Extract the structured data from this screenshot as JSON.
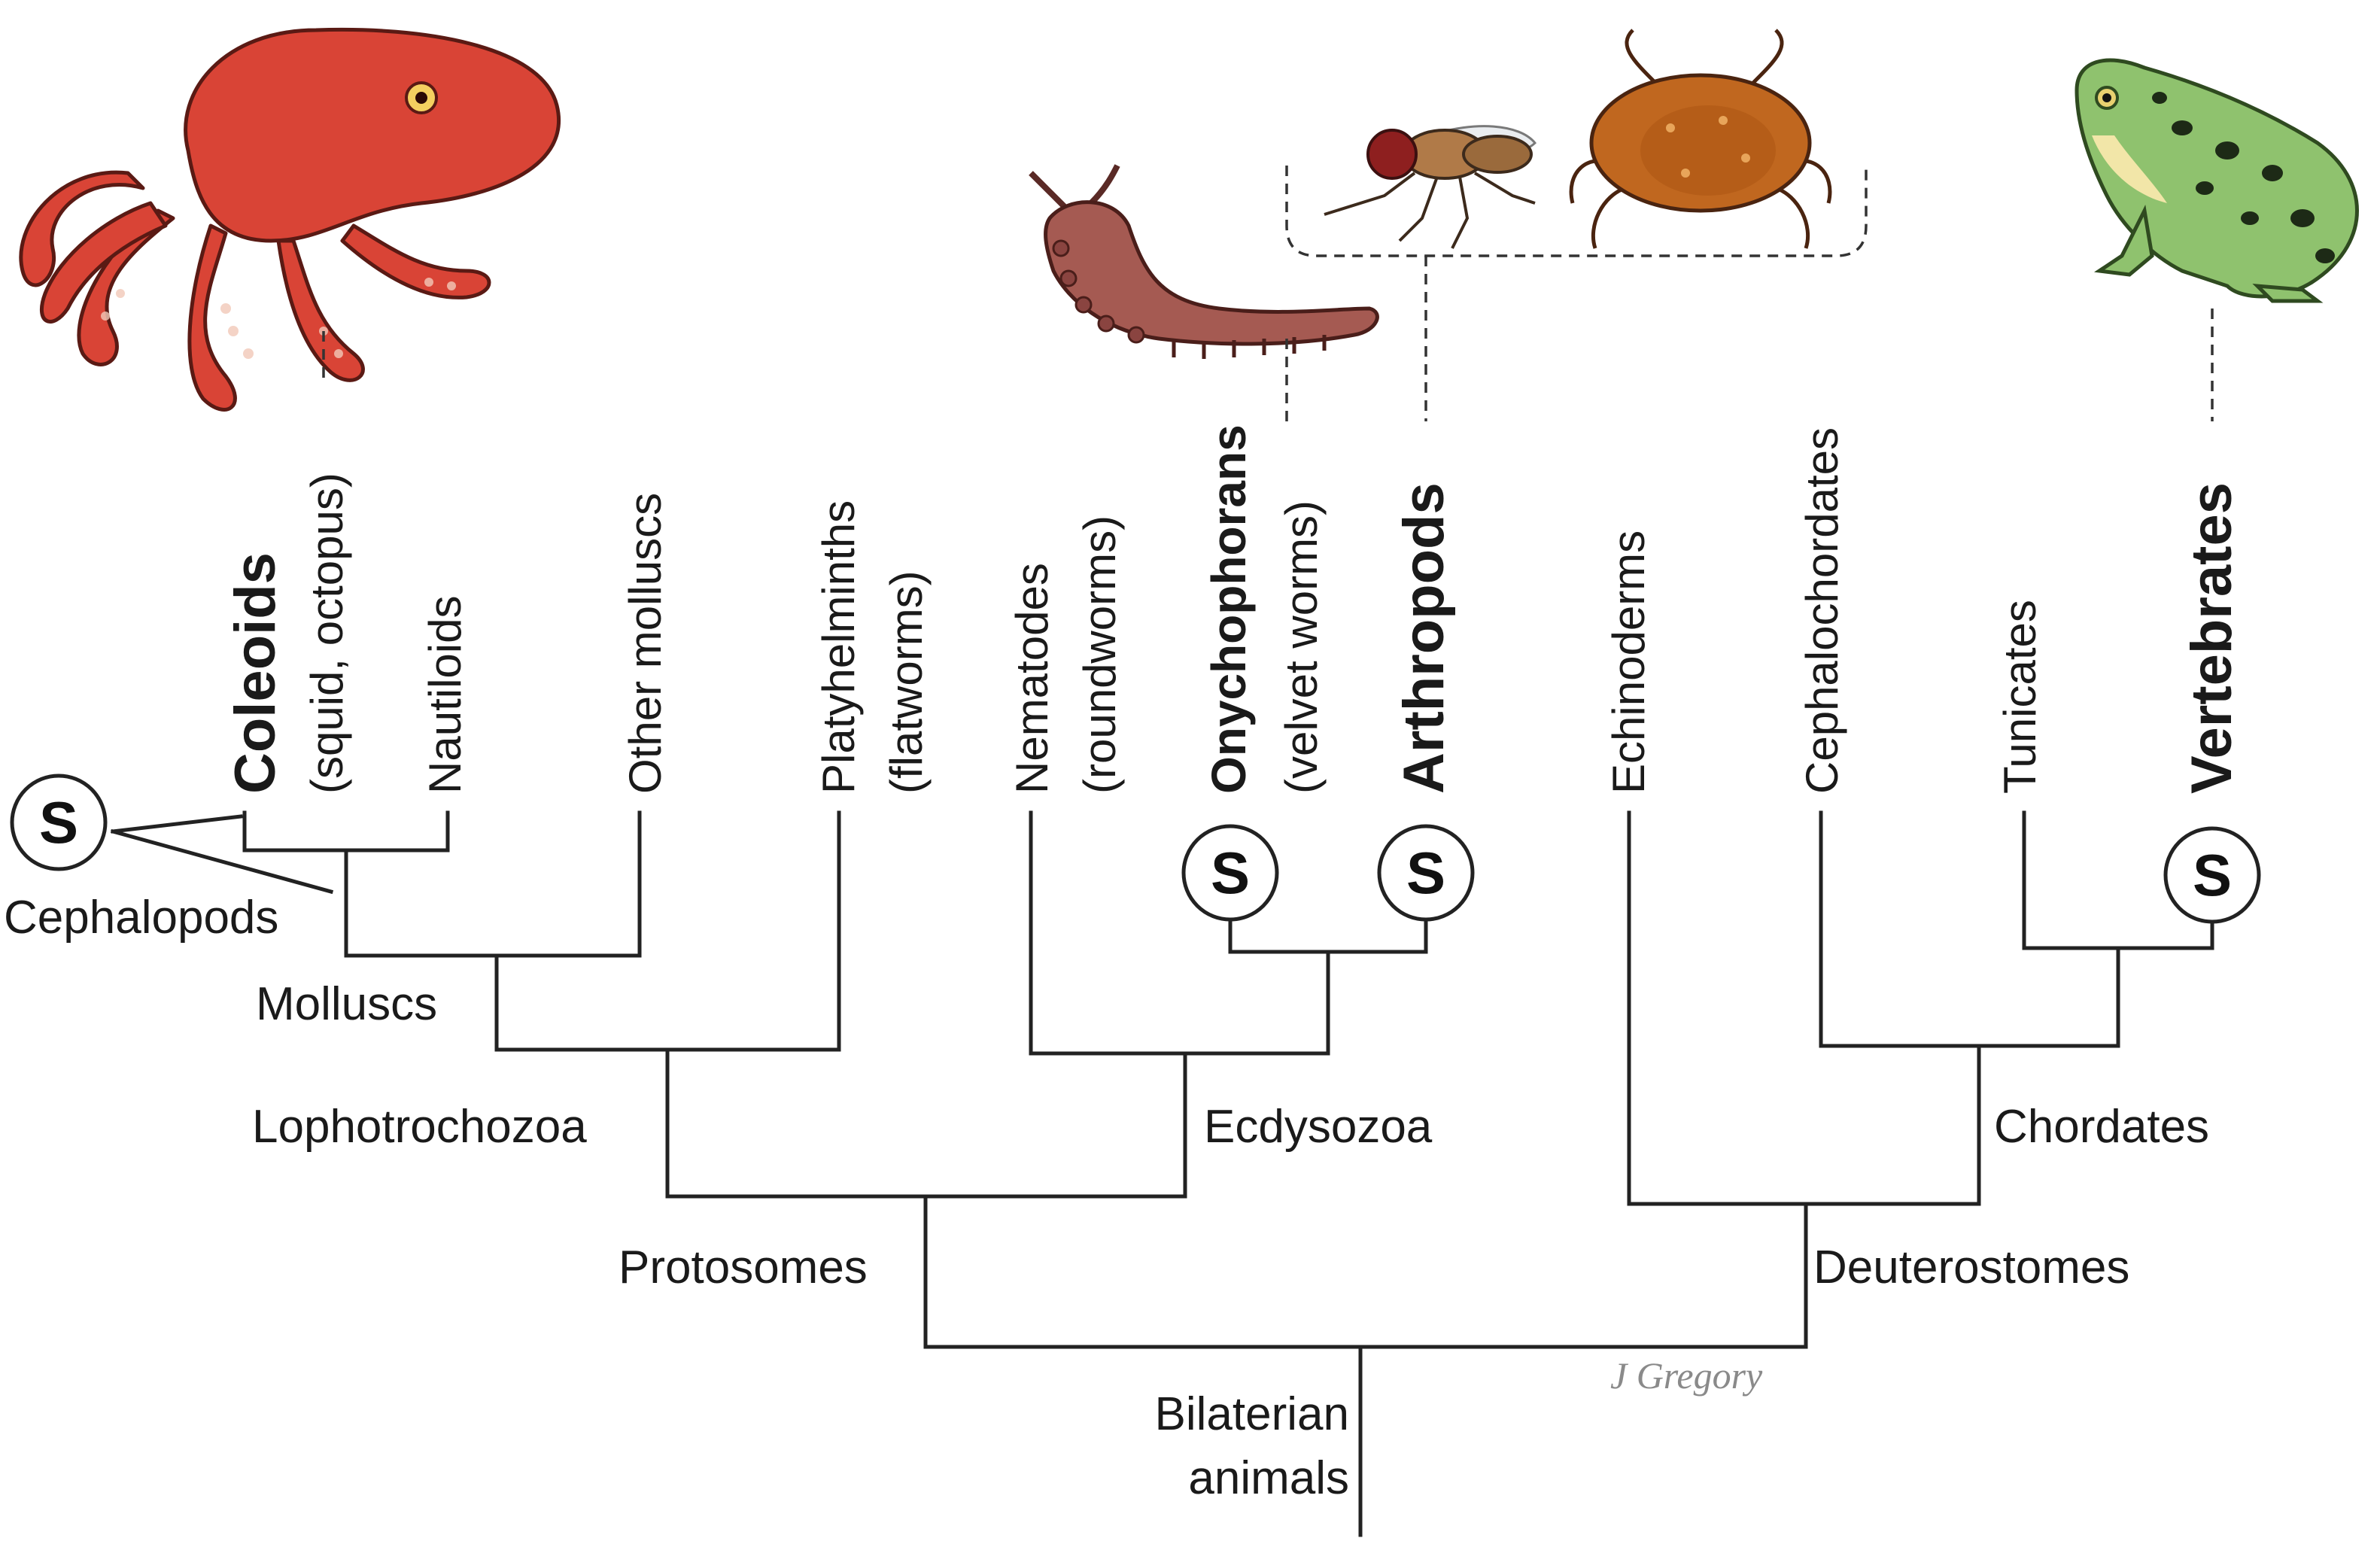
{
  "taxa": {
    "coleoids": "Coleoids",
    "coleoids_note": "(squid, octopus)",
    "nautiloids": "Nautiloids",
    "other_molluscs": "Other molluscs",
    "platyhelminths": "Platyhelminths",
    "platyhelminths_note": "(flatworms)",
    "nematodes": "Nematodes",
    "nematodes_note": "(roundworms)",
    "onychophorans": "Onychophorans",
    "onychophorans_note": "(velvet worms)",
    "arthropods": "Arthropods",
    "echinoderms": "Echinoderms",
    "cephalochordates": "Cephalochordates",
    "tunicates": "Tunicates",
    "vertebrates": "Vertebrates"
  },
  "clades": {
    "cephalopods": "Cephalopods",
    "molluscs": "Molluscs",
    "lophotrochozoa": "Lophotrochozoa",
    "ecdysozoa": "Ecdysozoa",
    "chordates": "Chordates",
    "protosomes": "Protosomes",
    "deuterostomes": "Deuterostomes",
    "root_line1": "Bilaterian",
    "root_line2": "animals"
  },
  "marker_symbol": "S",
  "signature": "J Gregory",
  "illustrations": [
    "octopus-illustration",
    "velvet-worm-illustration",
    "fly-illustration",
    "crab-illustration",
    "frog-illustration"
  ],
  "colors": {
    "octopus": "#e0483a",
    "velvet_worm": "#b0645a",
    "fly": "#a5744a",
    "crab": "#c0671f",
    "frog": "#8fc26e"
  }
}
